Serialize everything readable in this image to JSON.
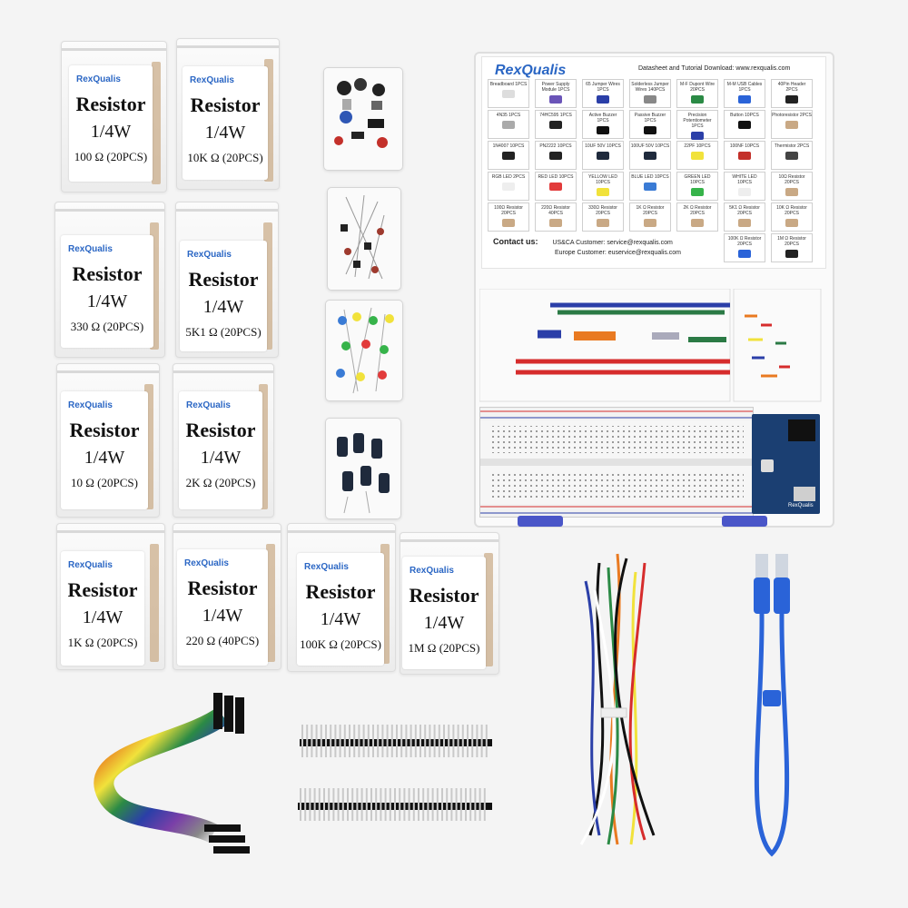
{
  "resistor_bags": [
    {
      "brand": "RexQualis",
      "title": "Resistor",
      "power": "1/4W",
      "value": "100 Ω (20PCS)"
    },
    {
      "brand": "RexQualis",
      "title": "Resistor",
      "power": "1/4W",
      "value": "10K Ω (20PCS)"
    },
    {
      "brand": "RexQualis",
      "title": "Resistor",
      "power": "1/4W",
      "value": "330 Ω (20PCS)"
    },
    {
      "brand": "RexQualis",
      "title": "Resistor",
      "power": "1/4W",
      "value": "5K1 Ω (20PCS)"
    },
    {
      "brand": "RexQualis",
      "title": "Resistor",
      "power": "1/4W",
      "value": "10 Ω (20PCS)"
    },
    {
      "brand": "RexQualis",
      "title": "Resistor",
      "power": "1/4W",
      "value": "2K Ω (20PCS)"
    },
    {
      "brand": "RexQualis",
      "title": "Resistor",
      "power": "1/4W",
      "value": "1K Ω (20PCS)"
    },
    {
      "brand": "RexQualis",
      "title": "Resistor",
      "power": "1/4W",
      "value": "220 Ω (40PCS)"
    },
    {
      "brand": "RexQualis",
      "title": "Resistor",
      "power": "1/4W",
      "value": "100K Ω (20PCS)"
    },
    {
      "brand": "RexQualis",
      "title": "Resistor",
      "power": "1/4W",
      "value": "1M Ω (20PCS)"
    }
  ],
  "chart": {
    "logo": "RexQualis",
    "download": "Datasheet and Tutorial Download:  www.rexqualis.com",
    "contact_label": "Contact us:",
    "us_contact": "US&CA Customer: service@rexqualis.com",
    "eu_contact": "Europe Customer: euservice@rexqualis.com",
    "cells": [
      "Breadboard 1PCS",
      "Power Supply Module 1PCS",
      "65 Jumper Wires 1PCS",
      "Solderless Jumper Wires 140PCS",
      "M-F Dupont Wire 20PCS",
      "M-M USB Cables 1PCS",
      "40Pin Header 2PCS",
      "4N35 1PCS",
      "74HC595 1PCS",
      "Active Buzzer 1PCS",
      "Passive Buzzer 1PCS",
      "Precision Potentiometer 1PCS",
      "Button 10PCS",
      "Photoresistor 2PCS",
      "1N4007 10PCS",
      "PN2222 10PCS",
      "10UF 50V 10PCS",
      "100UF 50V 10PCS",
      "22PF 10PCS",
      "100NF 10PCS",
      "Thermistor 2PCS",
      "RGB LED 2PCS",
      "RED LED 10PCS",
      "YELLOW LED 10PCS",
      "BLUE LED 10PCS",
      "GREEN LED 10PCS",
      "WHITE LED 10PCS",
      "10Ω Resistor 20PCS",
      "100Ω Resistor 20PCS",
      "220Ω Resistor 40PCS",
      "330Ω Resistor 20PCS",
      "1K Ω Resistor 20PCS",
      "2K Ω Resistor 20PCS",
      "5K1 Ω Resistor 20PCS",
      "10K Ω Resistor 20PCS",
      "",
      "",
      "",
      "",
      "",
      "100K Ω Resistor 20PCS",
      "1M Ω Resistor 20PCS"
    ]
  },
  "board_logo": "RexQualis"
}
